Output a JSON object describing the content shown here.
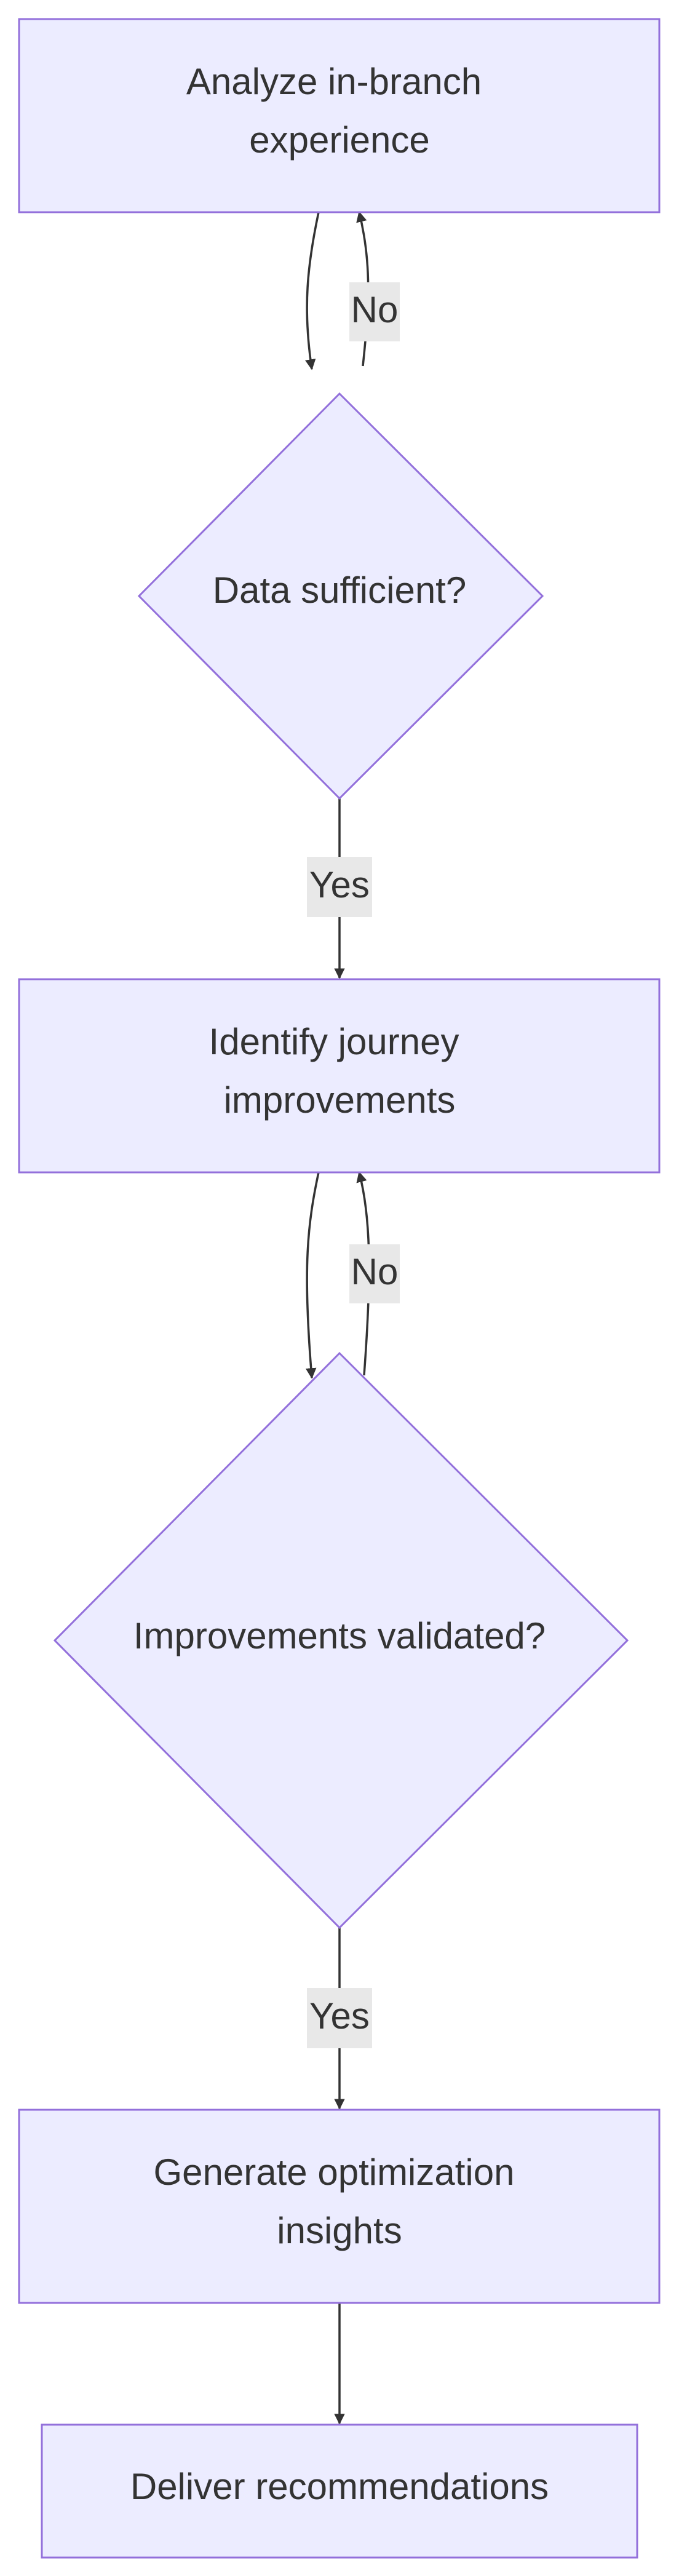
{
  "nodes": {
    "analyze": {
      "lines": [
        "Analyze in-branch",
        "experience"
      ]
    },
    "data_check": {
      "lines": [
        "Data sufficient?"
      ]
    },
    "identify": {
      "lines": [
        "Identify journey",
        "improvements"
      ]
    },
    "validated_check": {
      "lines": [
        "Improvements validated?"
      ]
    },
    "generate": {
      "lines": [
        "Generate optimization",
        "insights"
      ]
    },
    "deliver": {
      "lines": [
        "Deliver recommendations"
      ]
    }
  },
  "edges": {
    "data_no": "No",
    "data_yes": "Yes",
    "validated_no": "No",
    "validated_yes": "Yes"
  },
  "colors": {
    "node_fill": "#ECECFF",
    "node_stroke": "#9370DB",
    "edge": "#333333",
    "label_bg": "#E8E8E8"
  }
}
